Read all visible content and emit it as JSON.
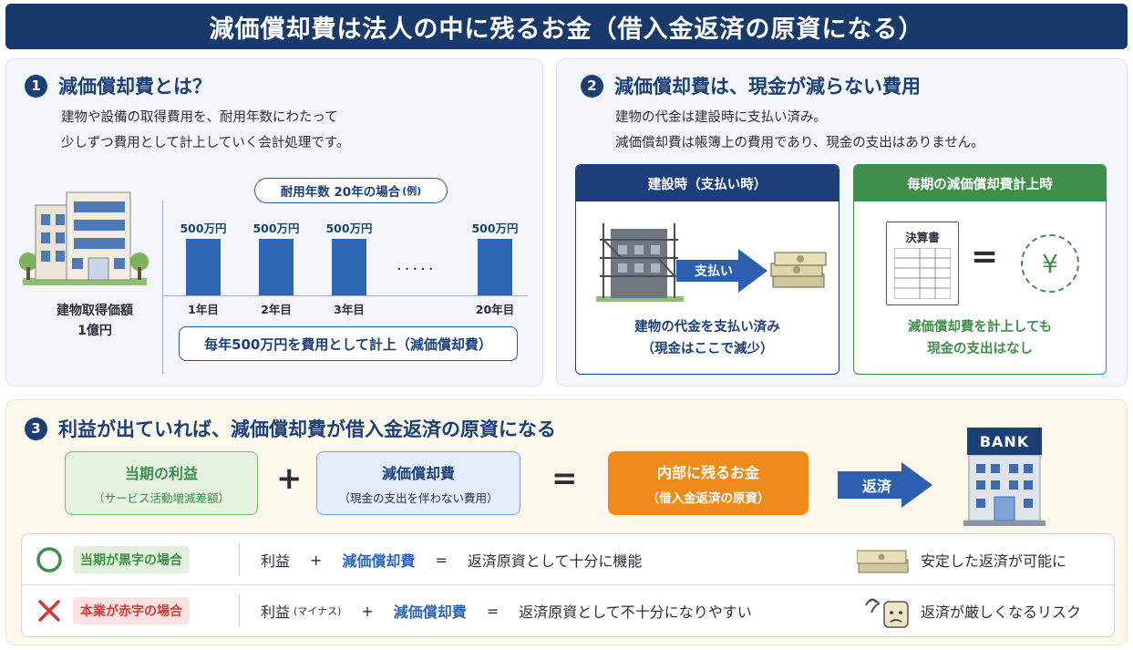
{
  "title": "減価償却費は法人の中に残るお金（借入金返済の原資になる）",
  "section1": {
    "number": "1",
    "title": "減価償却費とは？",
    "desc_line1": "建物や設備の取得費用を、耐用年数にわたって",
    "desc_line2": "少しずつ費用として計上していく会計処理です。",
    "building_label": "建物取得価額",
    "building_value": "1億円",
    "example_pill": "耐用年数 20年の場合",
    "example_note": "(例)",
    "dots": "·····",
    "annual_note": "毎年500万円を費用として計上（減価償却費）"
  },
  "chart_data": {
    "type": "bar",
    "categories": [
      "1年目",
      "2年目",
      "3年目",
      "20年目"
    ],
    "values": [
      500,
      500,
      500,
      500
    ],
    "value_labels": [
      "500万円",
      "500万円",
      "500万円",
      "500万円"
    ],
    "title": "",
    "xlabel": "",
    "ylabel": "",
    "ylim": [
      0,
      500
    ],
    "color": "#2f66b3"
  },
  "section2": {
    "number": "2",
    "title": "減価償却費は、現金が減らない費用",
    "desc_line1": "建物の代金は建設時に支払い済み。",
    "desc_line2": "減価償却費は帳簿上の費用であり、現金の支出はありません。",
    "construction": {
      "header": "建設時（支払い時）",
      "arrow_label": "支払い",
      "caption_line1": "建物の代金を支払い済み",
      "caption_line2": "（現金はここで減少）"
    },
    "depreciation": {
      "header": "毎期の減価償却費計上時",
      "doc_title": "決算書",
      "equals": "=",
      "yen": "¥",
      "caption_line1": "減価償却費を計上しても",
      "caption_line2": "現金の支出はなし"
    }
  },
  "section3": {
    "number": "3",
    "title": "利益が出ていれば、減価償却費が借入金返済の原資になる",
    "profit_box": {
      "line1": "当期の利益",
      "line2": "（サービス活動増減差額）"
    },
    "plus": "+",
    "dep_box": {
      "line1": "減価償却費",
      "line2": "（現金の支出を伴わない費用）"
    },
    "equals": "=",
    "internal_box": {
      "line1": "内部に残るお金",
      "line2": "（借入金返済の原資）"
    },
    "repay_label": "返済",
    "bank_label": "BANK",
    "rows": [
      {
        "tag": "当期が黒字の場合",
        "profit": "利益",
        "profit_note": "",
        "plus": "+",
        "dep": "減価償却費",
        "eq": "=",
        "result": "返済原資として十分に機能",
        "outcome": "安定した返済が可能に"
      },
      {
        "tag": "本業が赤字の場合",
        "profit": "利益",
        "profit_note": "(マイナス)",
        "plus": "+",
        "dep": "減価償却費",
        "eq": "=",
        "result": "返済原資として不十分になりやすい",
        "outcome": "返済が厳しくなるリスク"
      }
    ]
  },
  "colors": {
    "navy": "#183a6b",
    "blue": "#2f66b3",
    "green": "#3f8f4a",
    "orange": "#ee8b1a",
    "red": "#d23a3a"
  }
}
